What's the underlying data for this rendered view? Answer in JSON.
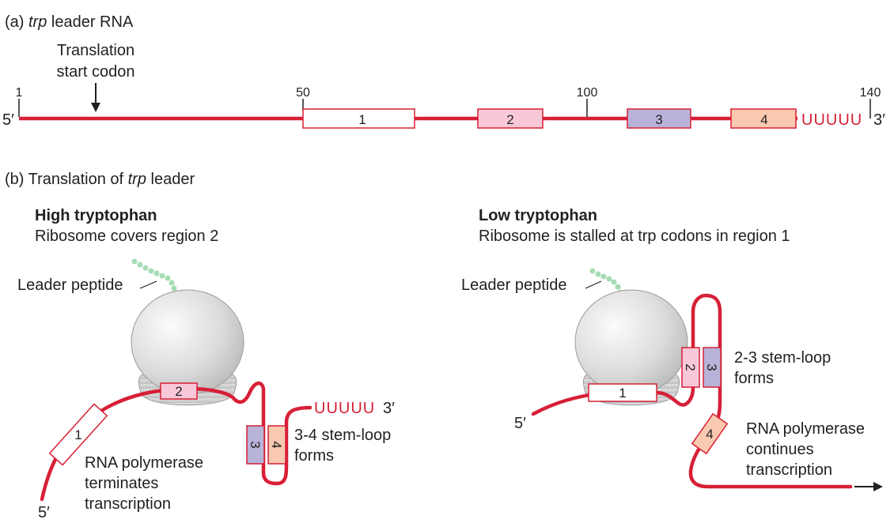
{
  "panel_a": {
    "heading_prefix": "(a) ",
    "heading_italic": "trp",
    "heading_suffix": " leader RNA",
    "start_codon_line1": "Translation",
    "start_codon_line2": "start codon",
    "ticks": [
      "1",
      "50",
      "100",
      "140"
    ],
    "five_prime": "5′",
    "three_prime": "3′",
    "poly_u": "UUUUU",
    "regions": [
      "1",
      "2",
      "3",
      "4"
    ]
  },
  "panel_b": {
    "heading_prefix": "(b) Translation of ",
    "heading_italic": "trp",
    "heading_suffix": " leader",
    "high": {
      "title": "High tryptophan",
      "subtitle": "Ribosome covers region 2",
      "peptide_label": "Leader peptide",
      "five_prime": "5′",
      "three_prime": "3′",
      "poly_u": "UUUUU",
      "stem_line1": "3-4 stem-loop",
      "stem_line2": "forms",
      "pol_line1": "RNA polymerase",
      "pol_line2": "terminates",
      "pol_line3": "transcription"
    },
    "low": {
      "title": "Low tryptophan",
      "subtitle": "Ribosome is stalled at trp codons in region 1",
      "peptide_label": "Leader peptide",
      "five_prime": "5′",
      "stem_line1": "2-3 stem-loop",
      "stem_line2": "forms",
      "pol_line1": "RNA polymerase",
      "pol_line2": "continues",
      "pol_line3": "transcription"
    }
  },
  "colors": {
    "rna": "#d71f36",
    "region1": "#ffffff",
    "region2": "#f8c8d9",
    "region3": "#b7b3d9",
    "region4": "#f9c9b0",
    "peptide": "#a6dcb4",
    "ribosome": "#d9d9d9"
  }
}
